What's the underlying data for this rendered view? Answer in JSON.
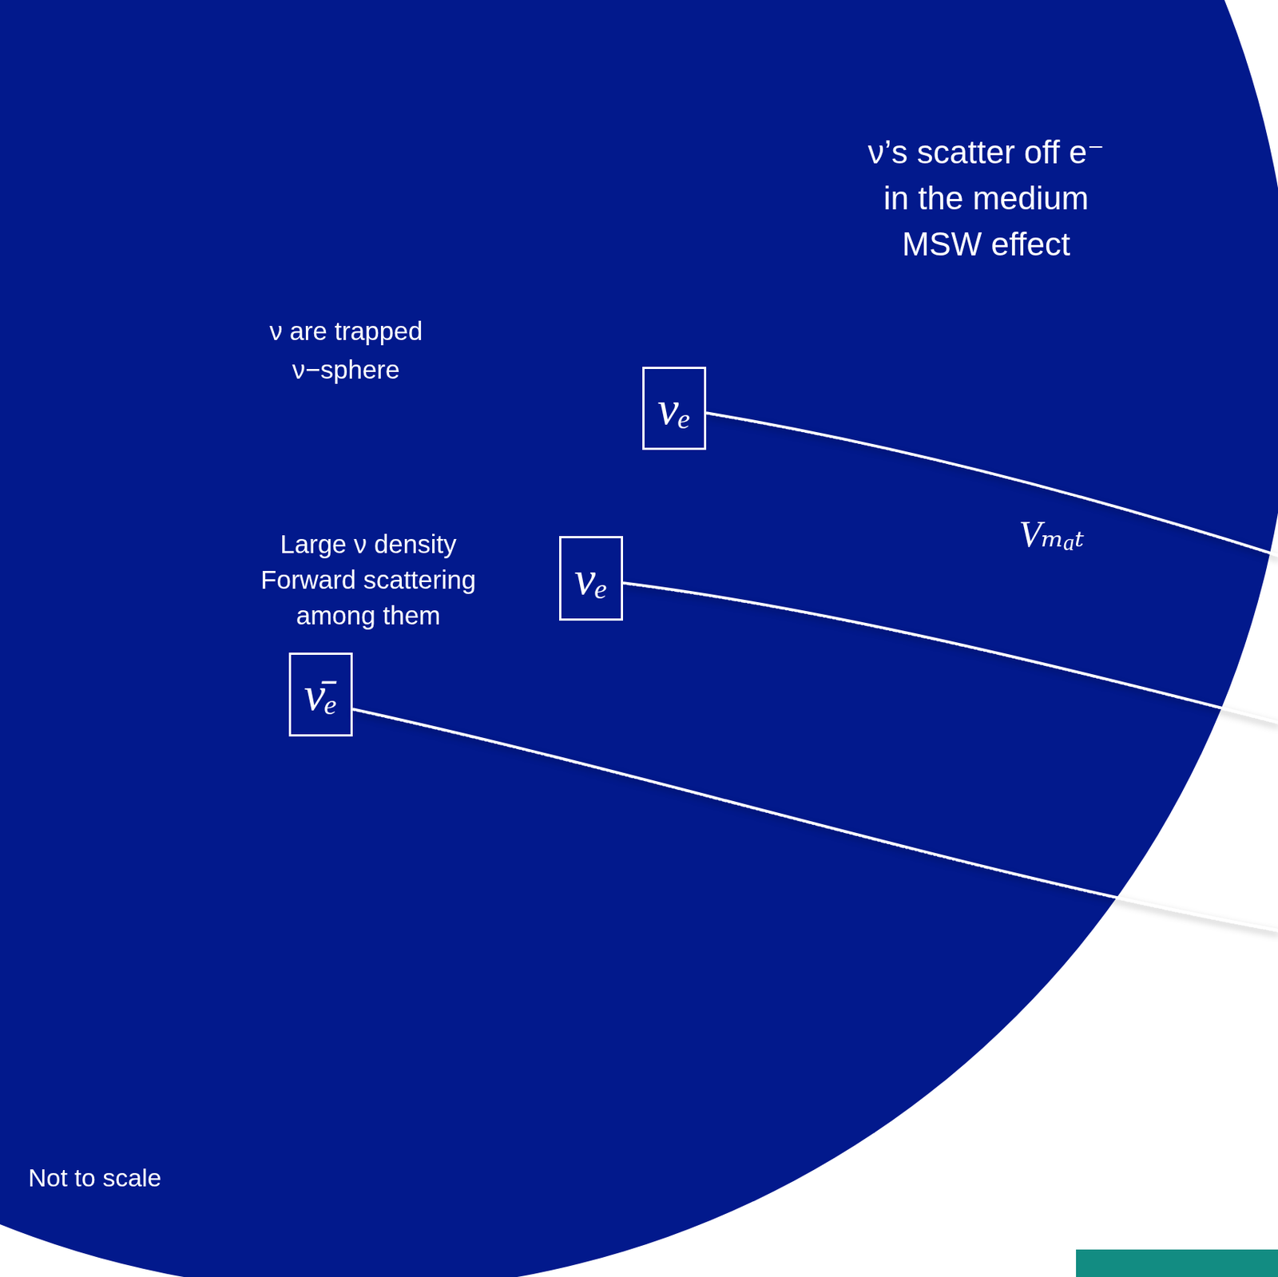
{
  "diagram": {
    "nodes": [
      {
        "text": [
          "ν’s scatter off e⁻ in the medium MSW effect"
        ]
      },
      {
        "text": [
          "Large ν density Forward scattering among them"
        ],
        "in": 0
      },
      {
        "text": [
          "ν are trapped ν−sphere"
        ],
        "in": 1
      },
      {
        "text": [
          "νₑ"
        ],
        "in": 0
      },
      {
        "text": [
          "νₑ"
        ],
        "in": 0
      },
      {
        "text": [
          "ν̄ₑ"
        ],
        "in": 0
      }
    ],
    "labels": [
      "Vₘₐₜ",
      "Not to scale"
    ]
  }
}
